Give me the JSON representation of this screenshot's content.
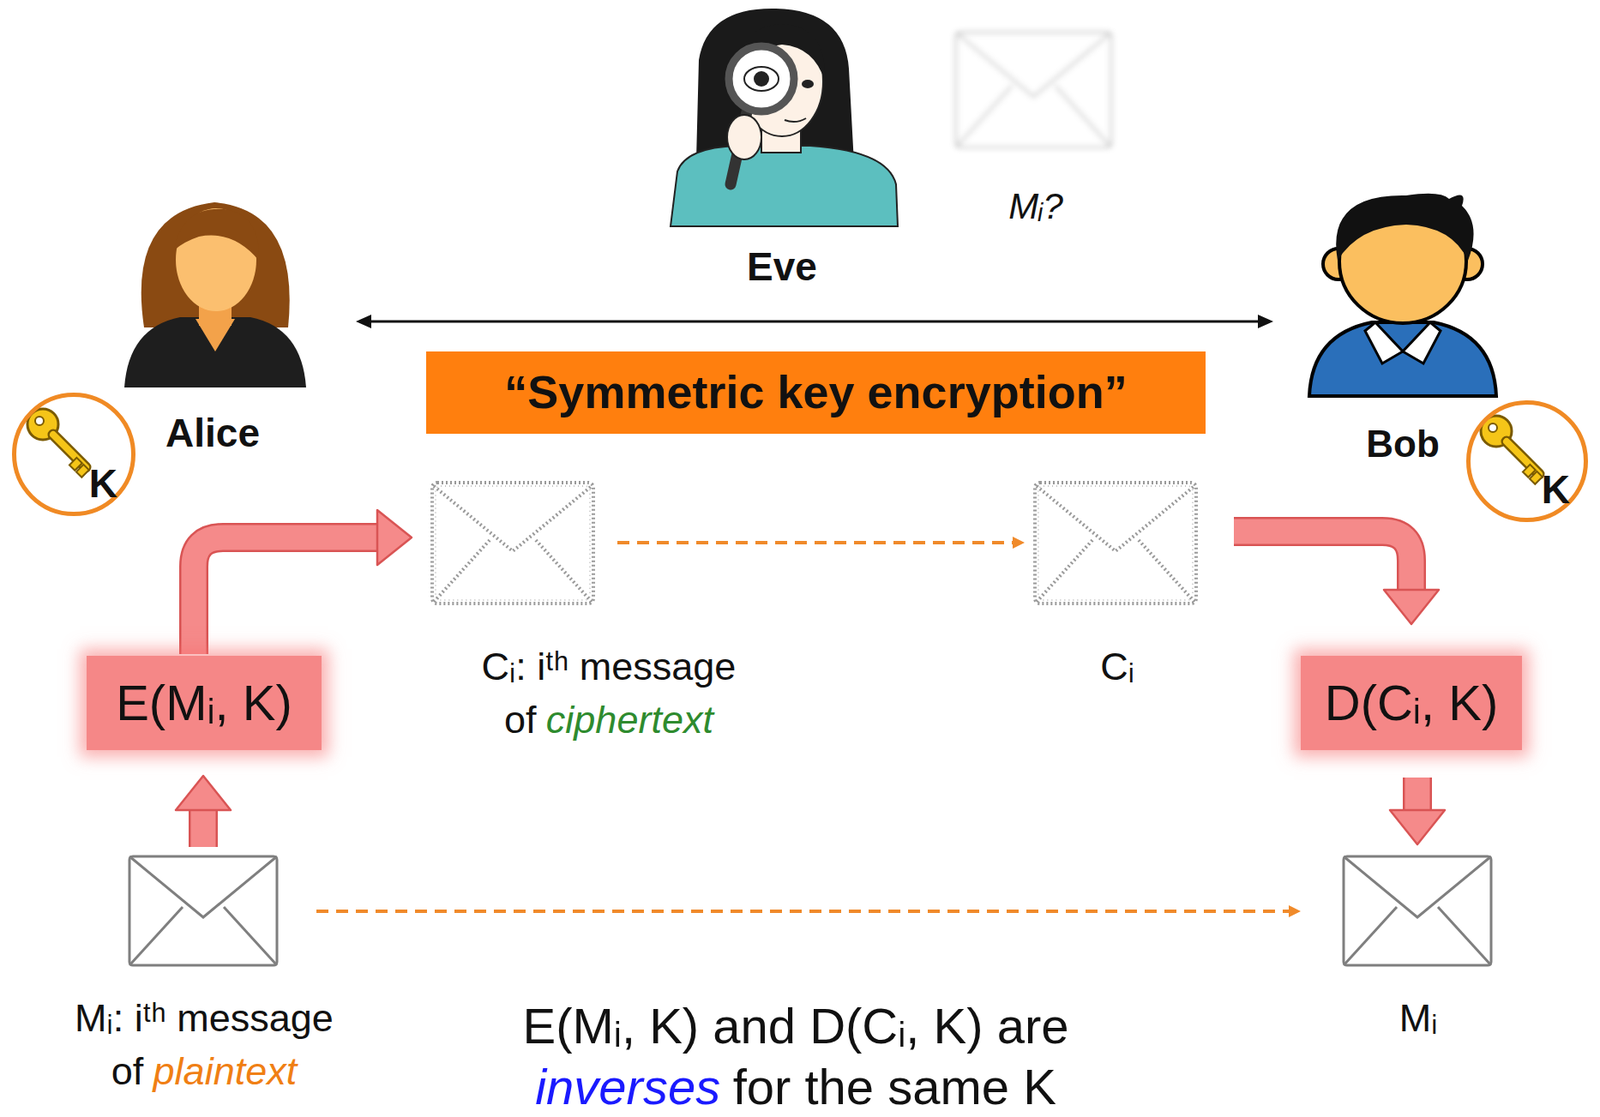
{
  "diagram": {
    "nodes": [
      {
        "text": [
          "Eve"
        ]
      },
      {
        "text": [
          "Mᵢ?"
        ]
      },
      {
        "text": [
          "Alice"
        ]
      },
      {
        "text": [
          "K"
        ]
      },
      {
        "text": [
          "Bob"
        ]
      },
      {
        "text": [
          "K"
        ]
      },
      {
        "text": [
          "“Symmetric key encryption”"
        ]
      },
      {
        "text": [
          "E(Mᵢ, K)"
        ]
      },
      {
        "text": [
          "Cᵢ: iᵗʰ message",
          "of",
          "ciphertext"
        ]
      },
      {
        "text": [
          "Cᵢ"
        ]
      },
      {
        "text": [
          "D(Cᵢ, K)"
        ]
      },
      {
        "text": [
          "Mᵢ: iᵗʰ message",
          "of",
          "plaintext"
        ]
      },
      {
        "text": [
          "Mᵢ"
        ]
      }
    ],
    "edges": [
      {
        "from": 2,
        "to": 4,
        "arrow": "both"
      },
      {
        "from": 11,
        "to": 7,
        "arrow": "to"
      },
      {
        "from": 7,
        "to": 8,
        "arrow": "to"
      },
      {
        "from": 8,
        "to": 9,
        "arrow": "to"
      },
      {
        "from": 9,
        "to": 10,
        "arrow": "to"
      },
      {
        "from": 10,
        "to": 12,
        "arrow": "to"
      },
      {
        "from": 11,
        "to": 12,
        "arrow": "to"
      }
    ],
    "labels": [
      "E(Mᵢ, K) and D(Cᵢ, K) are",
      "inverses",
      "for the same K"
    ]
  }
}
